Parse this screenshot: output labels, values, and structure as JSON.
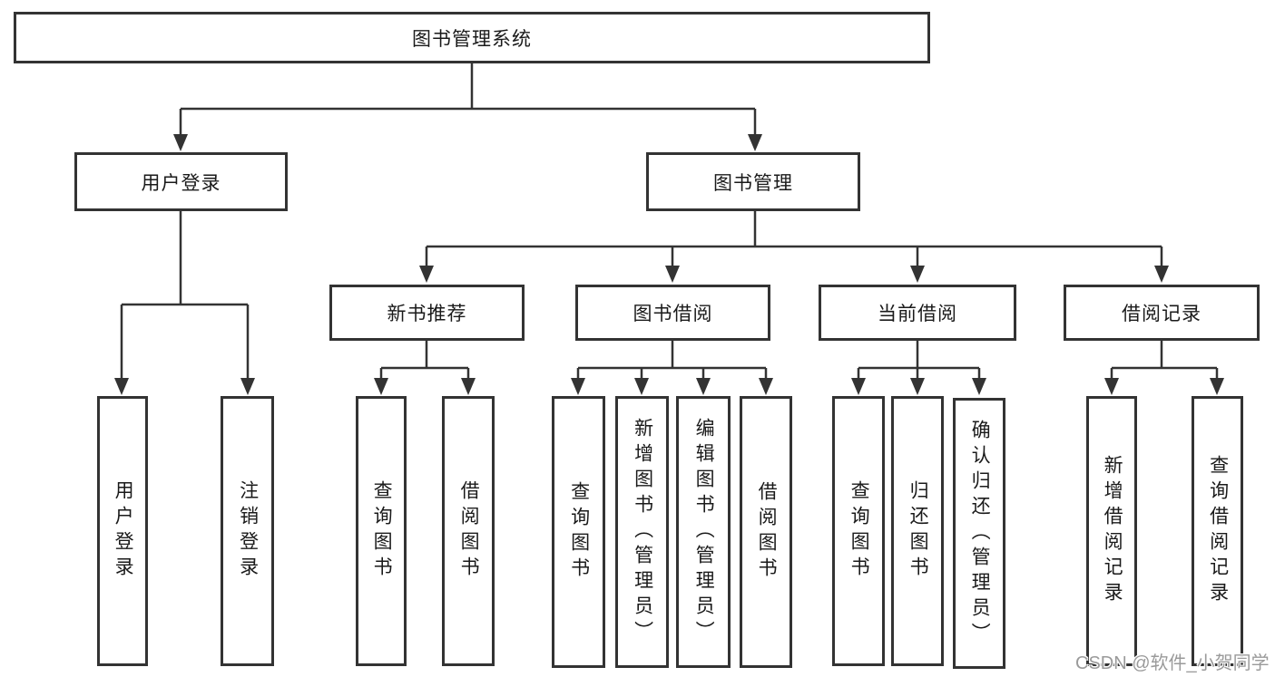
{
  "colors": {
    "line": "#333333",
    "text": "#1a1a1a",
    "background": "#ffffff",
    "watermark": "#9a9a9a"
  },
  "watermark": {
    "text": "CSDN @软件_小贺同学"
  },
  "tree": {
    "label": "图书管理系统",
    "children": [
      {
        "label": "用户登录",
        "children": [
          {
            "label": "用户登录"
          },
          {
            "label": "注销登录"
          }
        ]
      },
      {
        "label": "图书管理",
        "children": [
          {
            "label": "新书推荐",
            "children": [
              {
                "label": "查询图书"
              },
              {
                "label": "借阅图书"
              }
            ]
          },
          {
            "label": "图书借阅",
            "children": [
              {
                "label": "查询图书"
              },
              {
                "label": "新增图书（管理员）"
              },
              {
                "label": "编辑图书（管理员）"
              },
              {
                "label": "借阅图书"
              }
            ]
          },
          {
            "label": "当前借阅",
            "children": [
              {
                "label": "查询图书"
              },
              {
                "label": "归还图书"
              },
              {
                "label": "确认归还（管理员）"
              }
            ]
          },
          {
            "label": "借阅记录",
            "children": [
              {
                "label": "新增借阅记录"
              },
              {
                "label": "查询借阅记录"
              }
            ]
          }
        ]
      }
    ]
  }
}
